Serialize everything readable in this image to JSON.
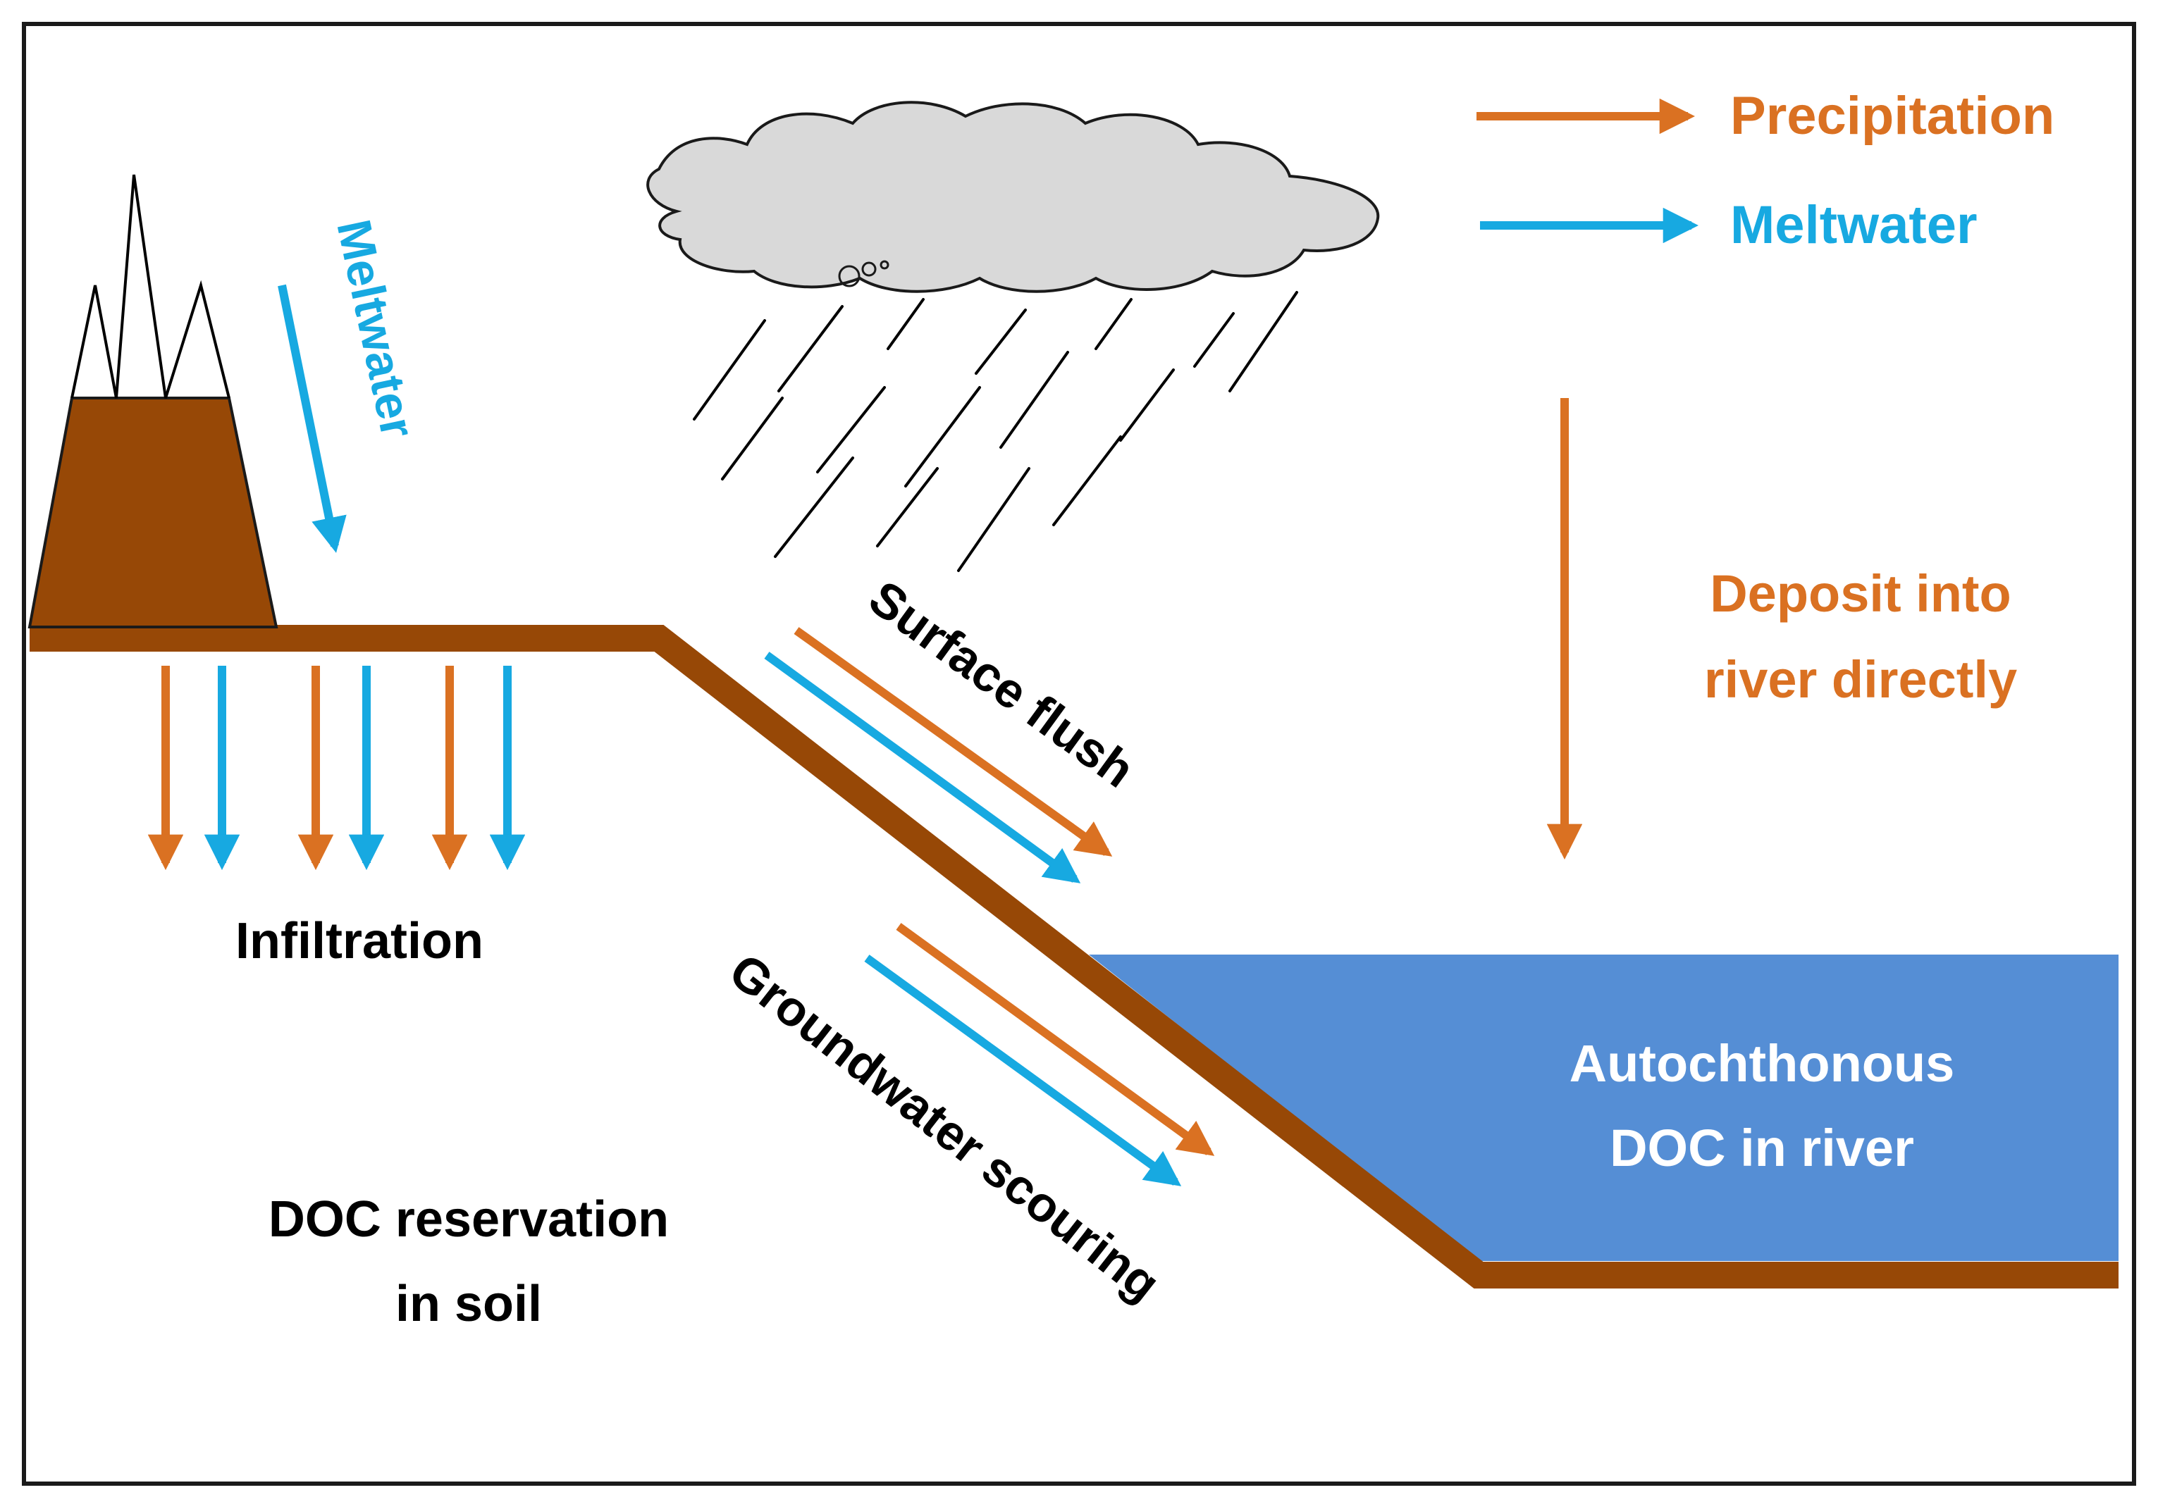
{
  "colors": {
    "precipitation": "#DA7122",
    "meltwater": "#17A9E1",
    "soil": "#974806",
    "river": "#558ED5",
    "cloud": "#D9D9D9",
    "text": "#000000",
    "river_text": "#FFFFFF"
  },
  "legend": {
    "precipitation": "Precipitation",
    "meltwater": "Meltwater"
  },
  "labels": {
    "meltwater_slope": "Meltwater",
    "deposit_line1": "Deposit into",
    "deposit_line2": "river  directly",
    "surface_flush": "Surface flush",
    "groundwater": "Groundwater scouring",
    "infiltration": "Infiltration",
    "doc_soil_line1": "DOC reservation",
    "doc_soil_line2": "in soil",
    "river_line1": "Autochthonous",
    "river_line2": "DOC in river"
  }
}
